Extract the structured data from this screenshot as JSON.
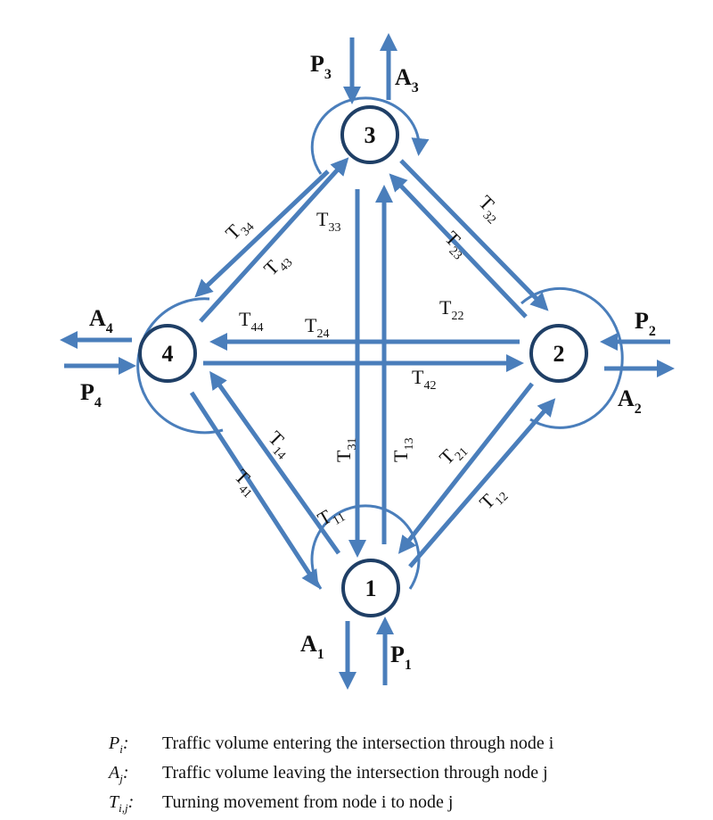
{
  "nodes": [
    {
      "id": "1",
      "label": "1"
    },
    {
      "id": "2",
      "label": "2"
    },
    {
      "id": "3",
      "label": "3"
    },
    {
      "id": "4",
      "label": "4"
    }
  ],
  "io_labels": {
    "P1": {
      "main": "P",
      "sub": "1"
    },
    "A1": {
      "main": "A",
      "sub": "1"
    },
    "P2": {
      "main": "P",
      "sub": "2"
    },
    "A2": {
      "main": "A",
      "sub": "2"
    },
    "P3": {
      "main": "P",
      "sub": "3"
    },
    "A3": {
      "main": "A",
      "sub": "3"
    },
    "P4": {
      "main": "P",
      "sub": "4"
    },
    "A4": {
      "main": "A",
      "sub": "4"
    }
  },
  "turning_labels": {
    "T11": {
      "main": "T",
      "sub": "11"
    },
    "T12": {
      "main": "T",
      "sub": "12"
    },
    "T13": {
      "main": "T",
      "sub": "13"
    },
    "T14": {
      "main": "T",
      "sub": "14"
    },
    "T21": {
      "main": "T",
      "sub": "21"
    },
    "T22": {
      "main": "T",
      "sub": "22"
    },
    "T23": {
      "main": "T",
      "sub": "23"
    },
    "T24": {
      "main": "T",
      "sub": "24"
    },
    "T31": {
      "main": "T",
      "sub": "31"
    },
    "T32": {
      "main": "T",
      "sub": "32"
    },
    "T33": {
      "main": "T",
      "sub": "33"
    },
    "T34": {
      "main": "T",
      "sub": "34"
    },
    "T41": {
      "main": "T",
      "sub": "41"
    },
    "T42": {
      "main": "T",
      "sub": "42"
    },
    "T43": {
      "main": "T",
      "sub": "43"
    },
    "T44": {
      "main": "T",
      "sub": "44"
    }
  },
  "legend": [
    {
      "symbol": "P",
      "sub": "i",
      "suffix": ":",
      "text": "Traffic volume entering the intersection through node i"
    },
    {
      "symbol": "A",
      "sub": "j",
      "suffix": ":",
      "text": "Traffic volume leaving the intersection through node j"
    },
    {
      "symbol": "T",
      "sub": "i,j",
      "suffix": ":",
      "text": "Turning movement from node i to node j"
    }
  ],
  "colors": {
    "arrow": "#4a7ebb",
    "node_border": "#1f3f66"
  }
}
